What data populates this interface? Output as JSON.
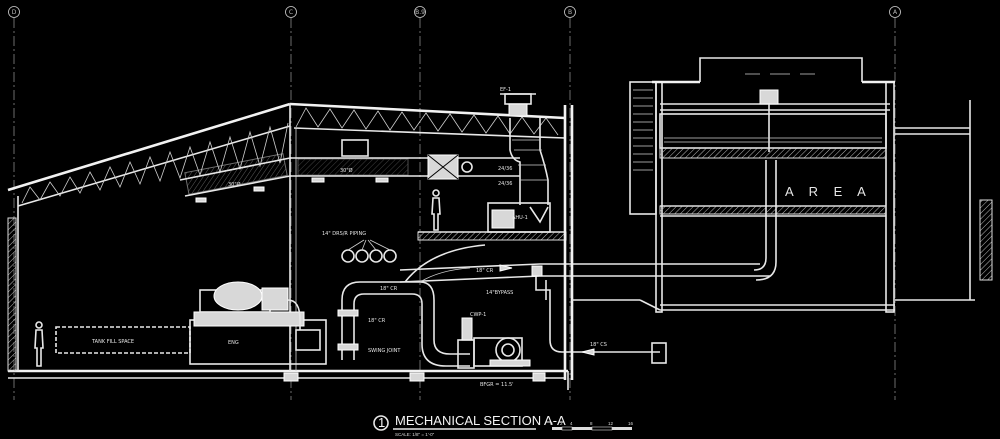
{
  "grid_bubbles": [
    "D",
    "C",
    "B.9",
    "B",
    "A"
  ],
  "labels": {
    "area": "A R E A",
    "fuel_space": "TANK FILL SPACE",
    "engine_tag": "ENG",
    "piping": "14\" DRS/R PIPING",
    "duct_a": "30\"Ø",
    "duct_b": "30\"Ø",
    "duct_c": "24/36",
    "duct_d": "24/36",
    "pipe_18": "18\" CR",
    "pipe_18b": "18\" CR",
    "pipe_18c": "18\" CS",
    "pipe_14": "14\"BYPASS",
    "pipe_14b": "18\" CR",
    "swing": "SWING JOINT",
    "pump_tag": "CWP-1",
    "elev": "BFGR = 11.5'",
    "ef_tag": "EF-1",
    "ahu_tag": "AHU-1"
  },
  "title_block": {
    "number": "1",
    "title": "MECHANICAL SECTION A-A",
    "scale": "SCALE: 1/8\" = 1'-0\"",
    "scale_ticks": [
      "0",
      "2",
      "4",
      "8",
      "12",
      "16"
    ]
  }
}
